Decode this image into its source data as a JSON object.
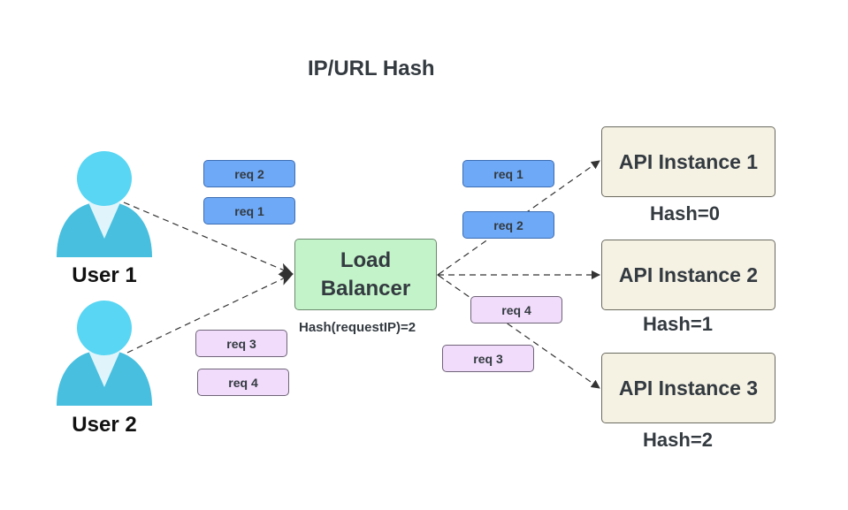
{
  "title": "IP/URL Hash",
  "users": [
    {
      "label": "User 1"
    },
    {
      "label": "User 2"
    }
  ],
  "incoming_requests": {
    "user1": [
      {
        "label": "req 2",
        "color": "#6ea9f7"
      },
      {
        "label": "req 1",
        "color": "#6ea9f7"
      }
    ],
    "user2": [
      {
        "label": "req 3",
        "color": "#f1dcfb"
      },
      {
        "label": "req 4",
        "color": "#f1dcfb"
      }
    ]
  },
  "load_balancer": {
    "label_line1": "Load",
    "label_line2": "Balancer",
    "hash_label": "Hash(requestIP)=2",
    "color": "#c3f3c8"
  },
  "outgoing_requests": {
    "to_instance1": [
      {
        "label": "req 1"
      },
      {
        "label": "req 2"
      }
    ],
    "to_instance3": [
      {
        "label": "req 4"
      },
      {
        "label": "req 3"
      }
    ]
  },
  "api_instances": [
    {
      "label": "API Instance 1",
      "hash": "Hash=0"
    },
    {
      "label": "API Instance 2",
      "hash": "Hash=1"
    },
    {
      "label": "API Instance 3",
      "hash": "Hash=2"
    }
  ],
  "colors": {
    "user_icon": "#4cc8e6",
    "user_collar": "#dff5fb",
    "api_fill": "#f5f2e4",
    "request_blue": "#6ea9f7",
    "request_purple": "#f1dcfb",
    "arrow": "#333333"
  }
}
